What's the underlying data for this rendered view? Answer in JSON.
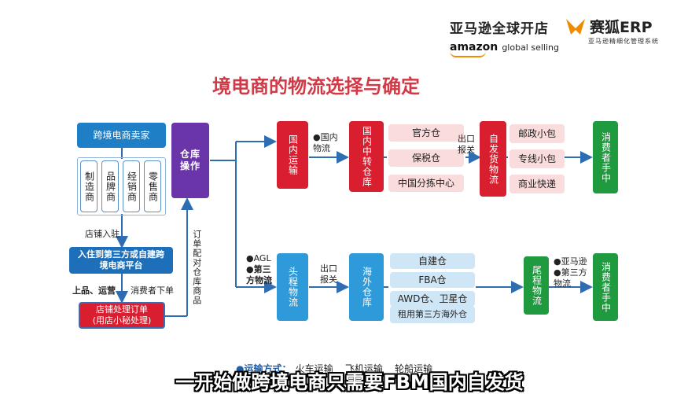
{
  "header": {
    "amazon_cn": "亚马逊全球开店",
    "amazon_en_1": "amazon",
    "amazon_en_2": "global selling",
    "saihu_name": "赛狐ERP",
    "saihu_sub": "亚马逊精细化管理系统"
  },
  "title": "境电商的物流选择与确定",
  "left": {
    "seller": "跨境电商卖家",
    "types": [
      "制造商",
      "品牌商",
      "经销商",
      "零售商"
    ],
    "label_store": "店铺入驻",
    "platform": "入住到第三方或自建跨境电商平台",
    "label_ops": "上品、运营",
    "label_consumer": "消费者下单",
    "order": "店铺处理订单\n(用店小秘处理)"
  },
  "warehouse": {
    "title": "仓库操作",
    "side_label": "订单配对仓库商品"
  },
  "top_flow": {
    "domestic_transport": "国内运输",
    "domestic_logistics_label": "●国内物流",
    "transit_warehouse": "国内中转仓库",
    "options": [
      "官方仓",
      "保税仓",
      "中国分拣中心"
    ],
    "export_label": "出口报关",
    "self_ship": "自发货物流",
    "carriers": [
      "邮政小包",
      "专线小包",
      "商业快递"
    ],
    "consumer": "消费者手中"
  },
  "bottom_flow": {
    "label_agl": "●AGL",
    "label_third": "●第三方物流",
    "first_leg": "头程物流",
    "export_label": "出口报关",
    "overseas_warehouse": "海外仓库",
    "options": [
      "自建仓",
      "FBA仓",
      "AWD仓、卫星仓",
      "租用第三方海外仓"
    ],
    "last_leg": "尾程物流",
    "label_amazon": "●亚马逊",
    "consumer": "消费者手中"
  },
  "footer": {
    "methods_label": "●运输方式：",
    "methods": "火车运输    飞机运输    轮船运输"
  },
  "subtitle": "一开始做跨境电商只需要FBM国内自发货",
  "colors": {
    "red": "#d81e2f",
    "blue": "#1f7fc6",
    "purple": "#6a35a8",
    "green": "#1f9a3f",
    "orange": "#f08a00"
  }
}
